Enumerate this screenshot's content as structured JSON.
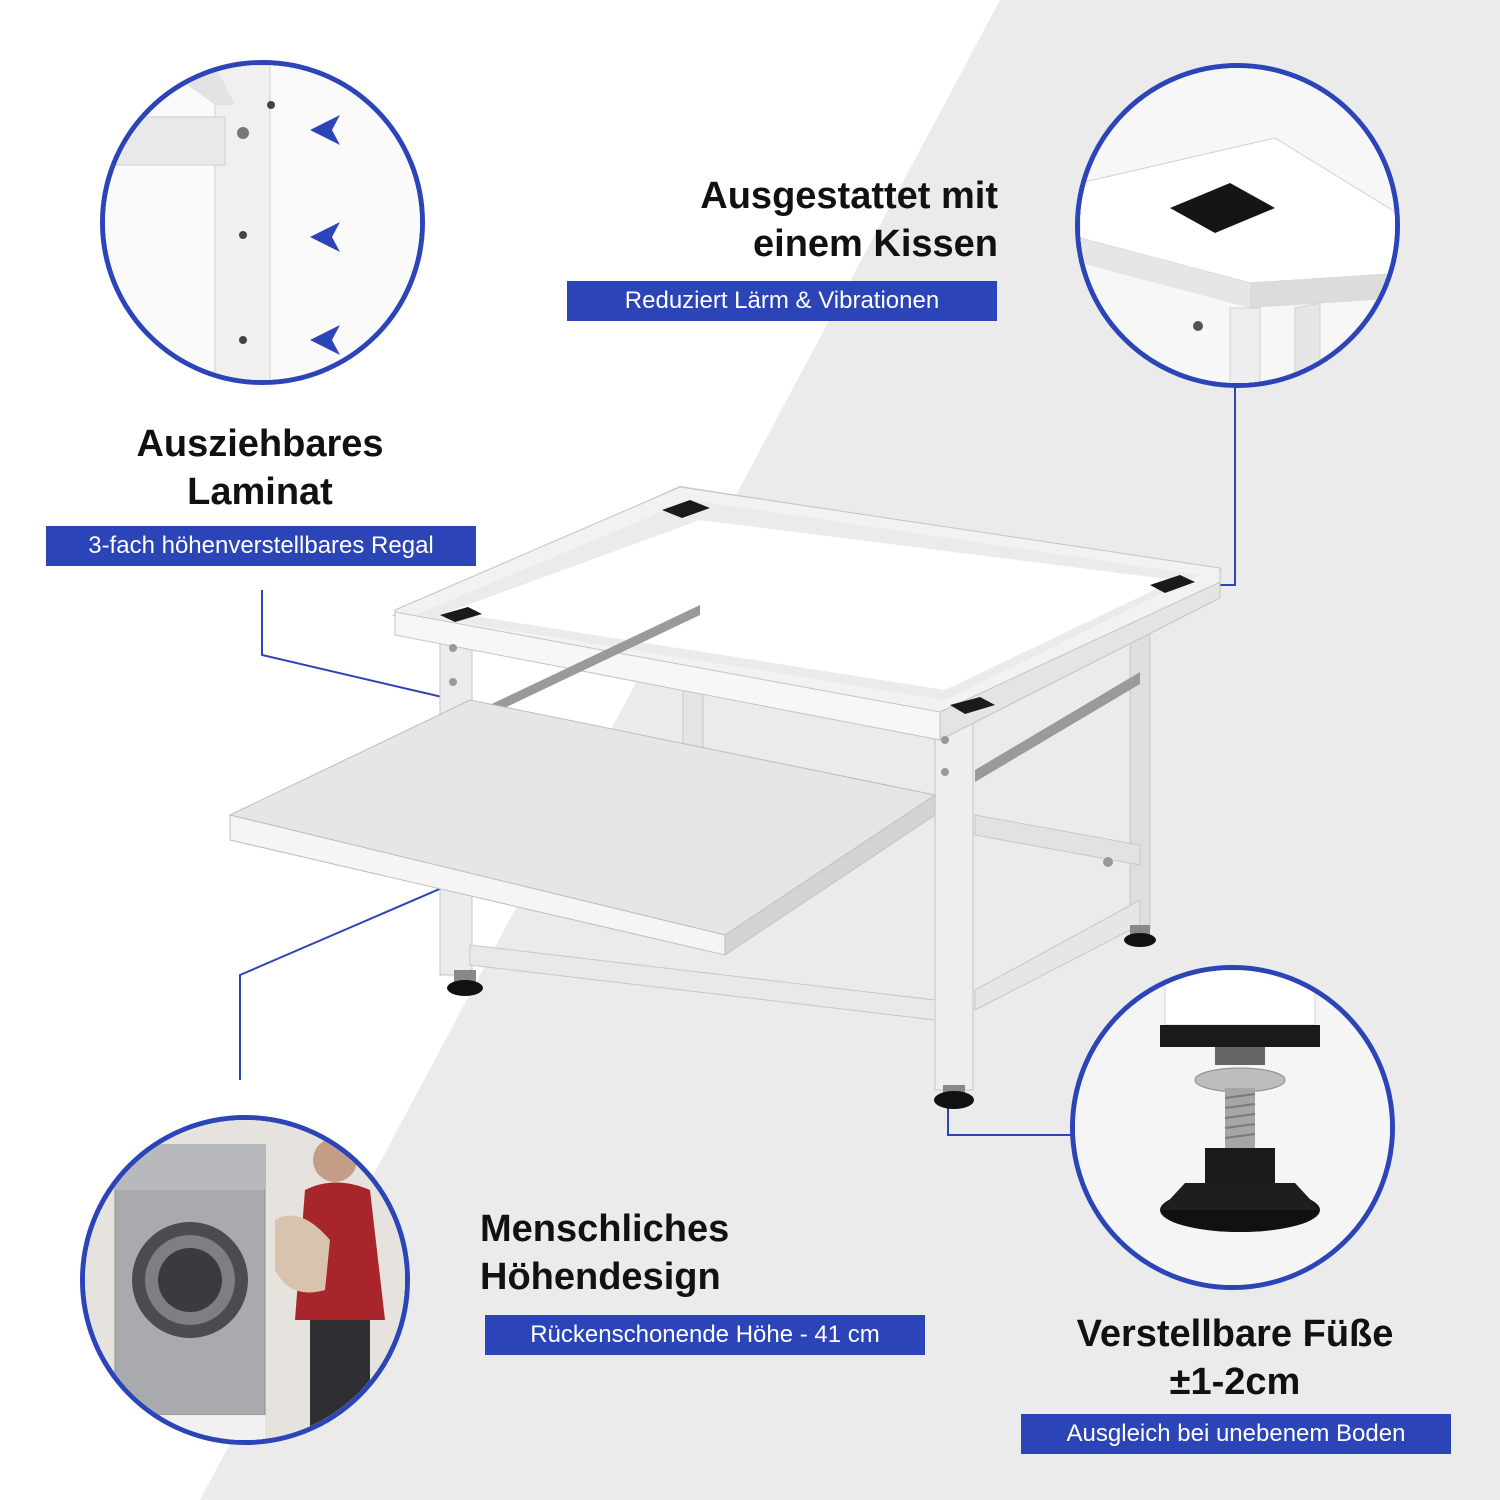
{
  "callouts": {
    "cushion": {
      "title_line1": "Ausgestattet mit",
      "title_line2": "einem Kissen",
      "badge": "Reduziert Lärm & Vibrationen"
    },
    "laminate": {
      "title_line1": "Ausziehbares",
      "title_line2": "Laminat",
      "badge": "3-fach höhenverstellbares Regal"
    },
    "height": {
      "title_line1": "Menschliches",
      "title_line2": "Höhendesign",
      "badge": "Rückenschonende Höhe - 41 cm"
    },
    "feet": {
      "title_line1": "Verstellbare Füße",
      "title_line2": "±1-2cm",
      "badge": "Ausgleich bei unebenem Boden"
    }
  },
  "colors": {
    "accent": "#2b44b8",
    "background_light": "#ececec",
    "background_white": "#ffffff",
    "text": "#111111"
  },
  "icons": {
    "height_arrow": "chevron-left-icon"
  }
}
